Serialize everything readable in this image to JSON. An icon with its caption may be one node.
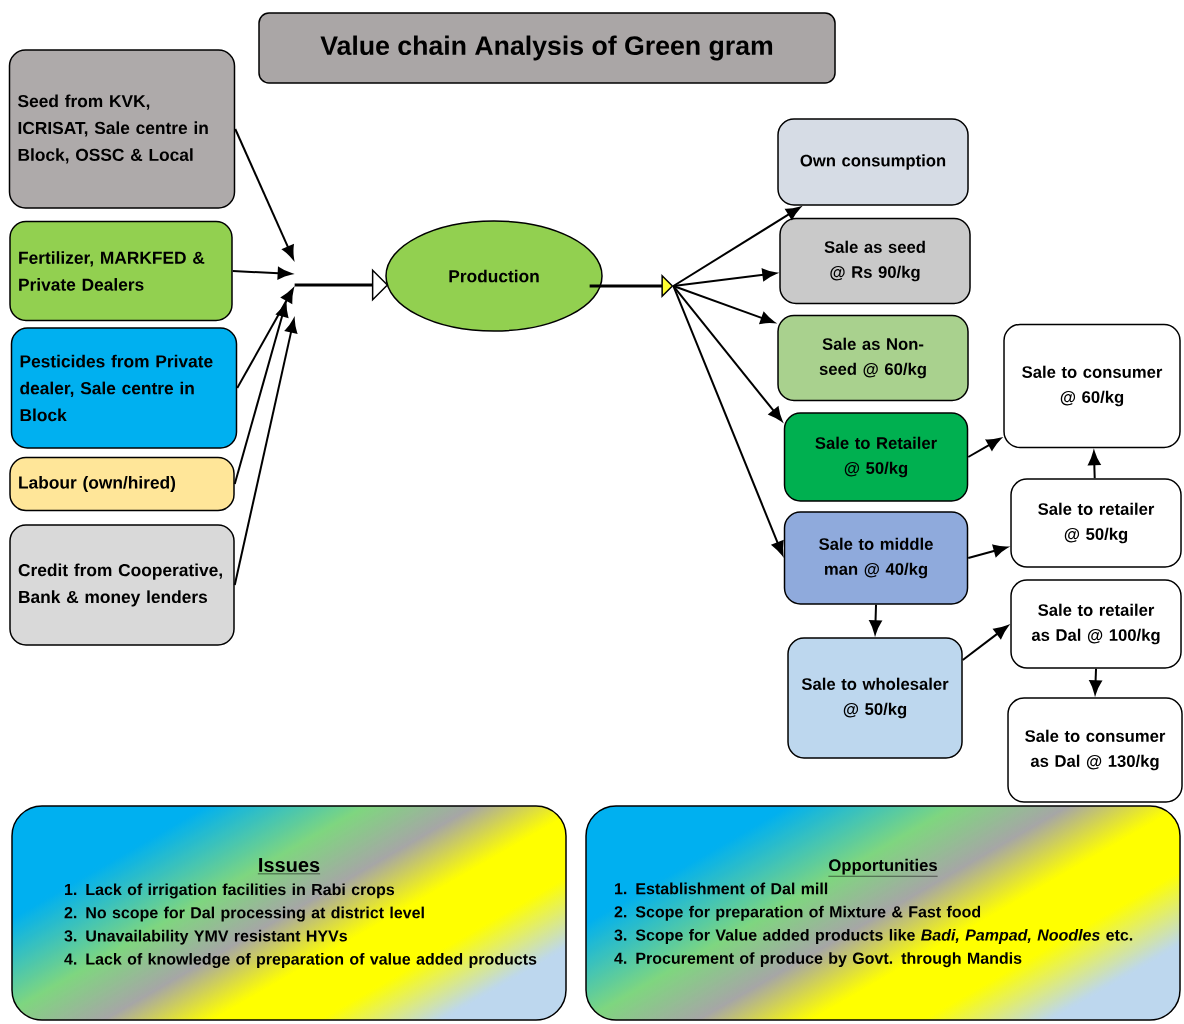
{
  "diagram": {
    "title": "Value chain Analysis of Green gram",
    "nodes": [
      {
        "text": [
          "Seed from KVK, ICRISAT, Sale centre in Block, OSSC & Local"
        ]
      },
      {
        "text": [
          "Fertilizer, MARKFED & Private Dealers"
        ]
      },
      {
        "text": [
          "Pesticides from Private dealer, Sale centre in Block"
        ]
      },
      {
        "text": [
          "Labour (own/hired)"
        ]
      },
      {
        "text": [
          "Credit from Cooperative, Bank & money lenders"
        ]
      },
      {
        "text": [],
        "shape": "arrow"
      },
      {
        "text": [
          "Production"
        ]
      },
      {
        "text": [],
        "shape": "arrow"
      },
      {
        "text": [
          "Own consumption"
        ]
      },
      {
        "text": [
          "Sale as seed @ Rs 90/kg"
        ]
      },
      {
        "text": [
          "Sale as Non-seed @ 60/kg"
        ]
      },
      {
        "text": [
          "Sale to Retailer @ 50/kg"
        ]
      },
      {
        "text": [
          "Sale to middle man @ 40/kg"
        ]
      },
      {
        "text": [
          "Sale to wholesaler @ 50/kg"
        ]
      },
      {
        "text": [
          "Sale to consumer @ 60/kg"
        ]
      },
      {
        "text": [
          "Sale to retailer @ 50/kg"
        ]
      },
      {
        "text": [
          "Sale to retailer as Dal @ 100/kg"
        ]
      },
      {
        "text": [
          "Sale to consumer as Dal @ 130/kg"
        ]
      },
      {
        "text": [
          "Issues",
          "1.  Lack of irrigation facilities in Rabi crops",
          "2. No scope for Dal processing at district level",
          "3.  Unavailability YMV resistant HYVs",
          "4. Lack of knowledge of preparation of value added products"
        ]
      },
      {
        "text": [
          "Opportunities",
          "1. Establishment of Dal mill",
          "2.  Scope for preparation of Mixture & Fast food",
          "3. Scope for Value added products like *Badi, Pampad, Noodles* etc.",
          "4. Procurement of produce by Govt. through Mandis"
        ]
      }
    ],
    "edges": [
      {
        "from": 0,
        "to": 5,
        "arrow": "to"
      },
      {
        "from": 1,
        "to": 5,
        "arrow": "to"
      },
      {
        "from": 2,
        "to": 5,
        "arrow": "to"
      },
      {
        "from": 3,
        "to": 5,
        "arrow": "to"
      },
      {
        "from": 4,
        "to": 5,
        "arrow": "to"
      },
      {
        "from": 7,
        "to": 8,
        "arrow": "to"
      },
      {
        "from": 7,
        "to": 9,
        "arrow": "to"
      },
      {
        "from": 7,
        "to": 10,
        "arrow": "to"
      },
      {
        "from": 7,
        "to": 11,
        "arrow": "to"
      },
      {
        "from": 7,
        "to": 12,
        "arrow": "to"
      },
      {
        "from": 11,
        "to": 14,
        "arrow": "to"
      },
      {
        "from": 15,
        "to": 14,
        "arrow": "to"
      },
      {
        "from": 12,
        "to": 15,
        "arrow": "to"
      },
      {
        "from": 12,
        "to": 13,
        "arrow": "to"
      },
      {
        "from": 13,
        "to": 16,
        "arrow": "to"
      },
      {
        "from": 16,
        "to": 17,
        "arrow": "to"
      }
    ]
  }
}
